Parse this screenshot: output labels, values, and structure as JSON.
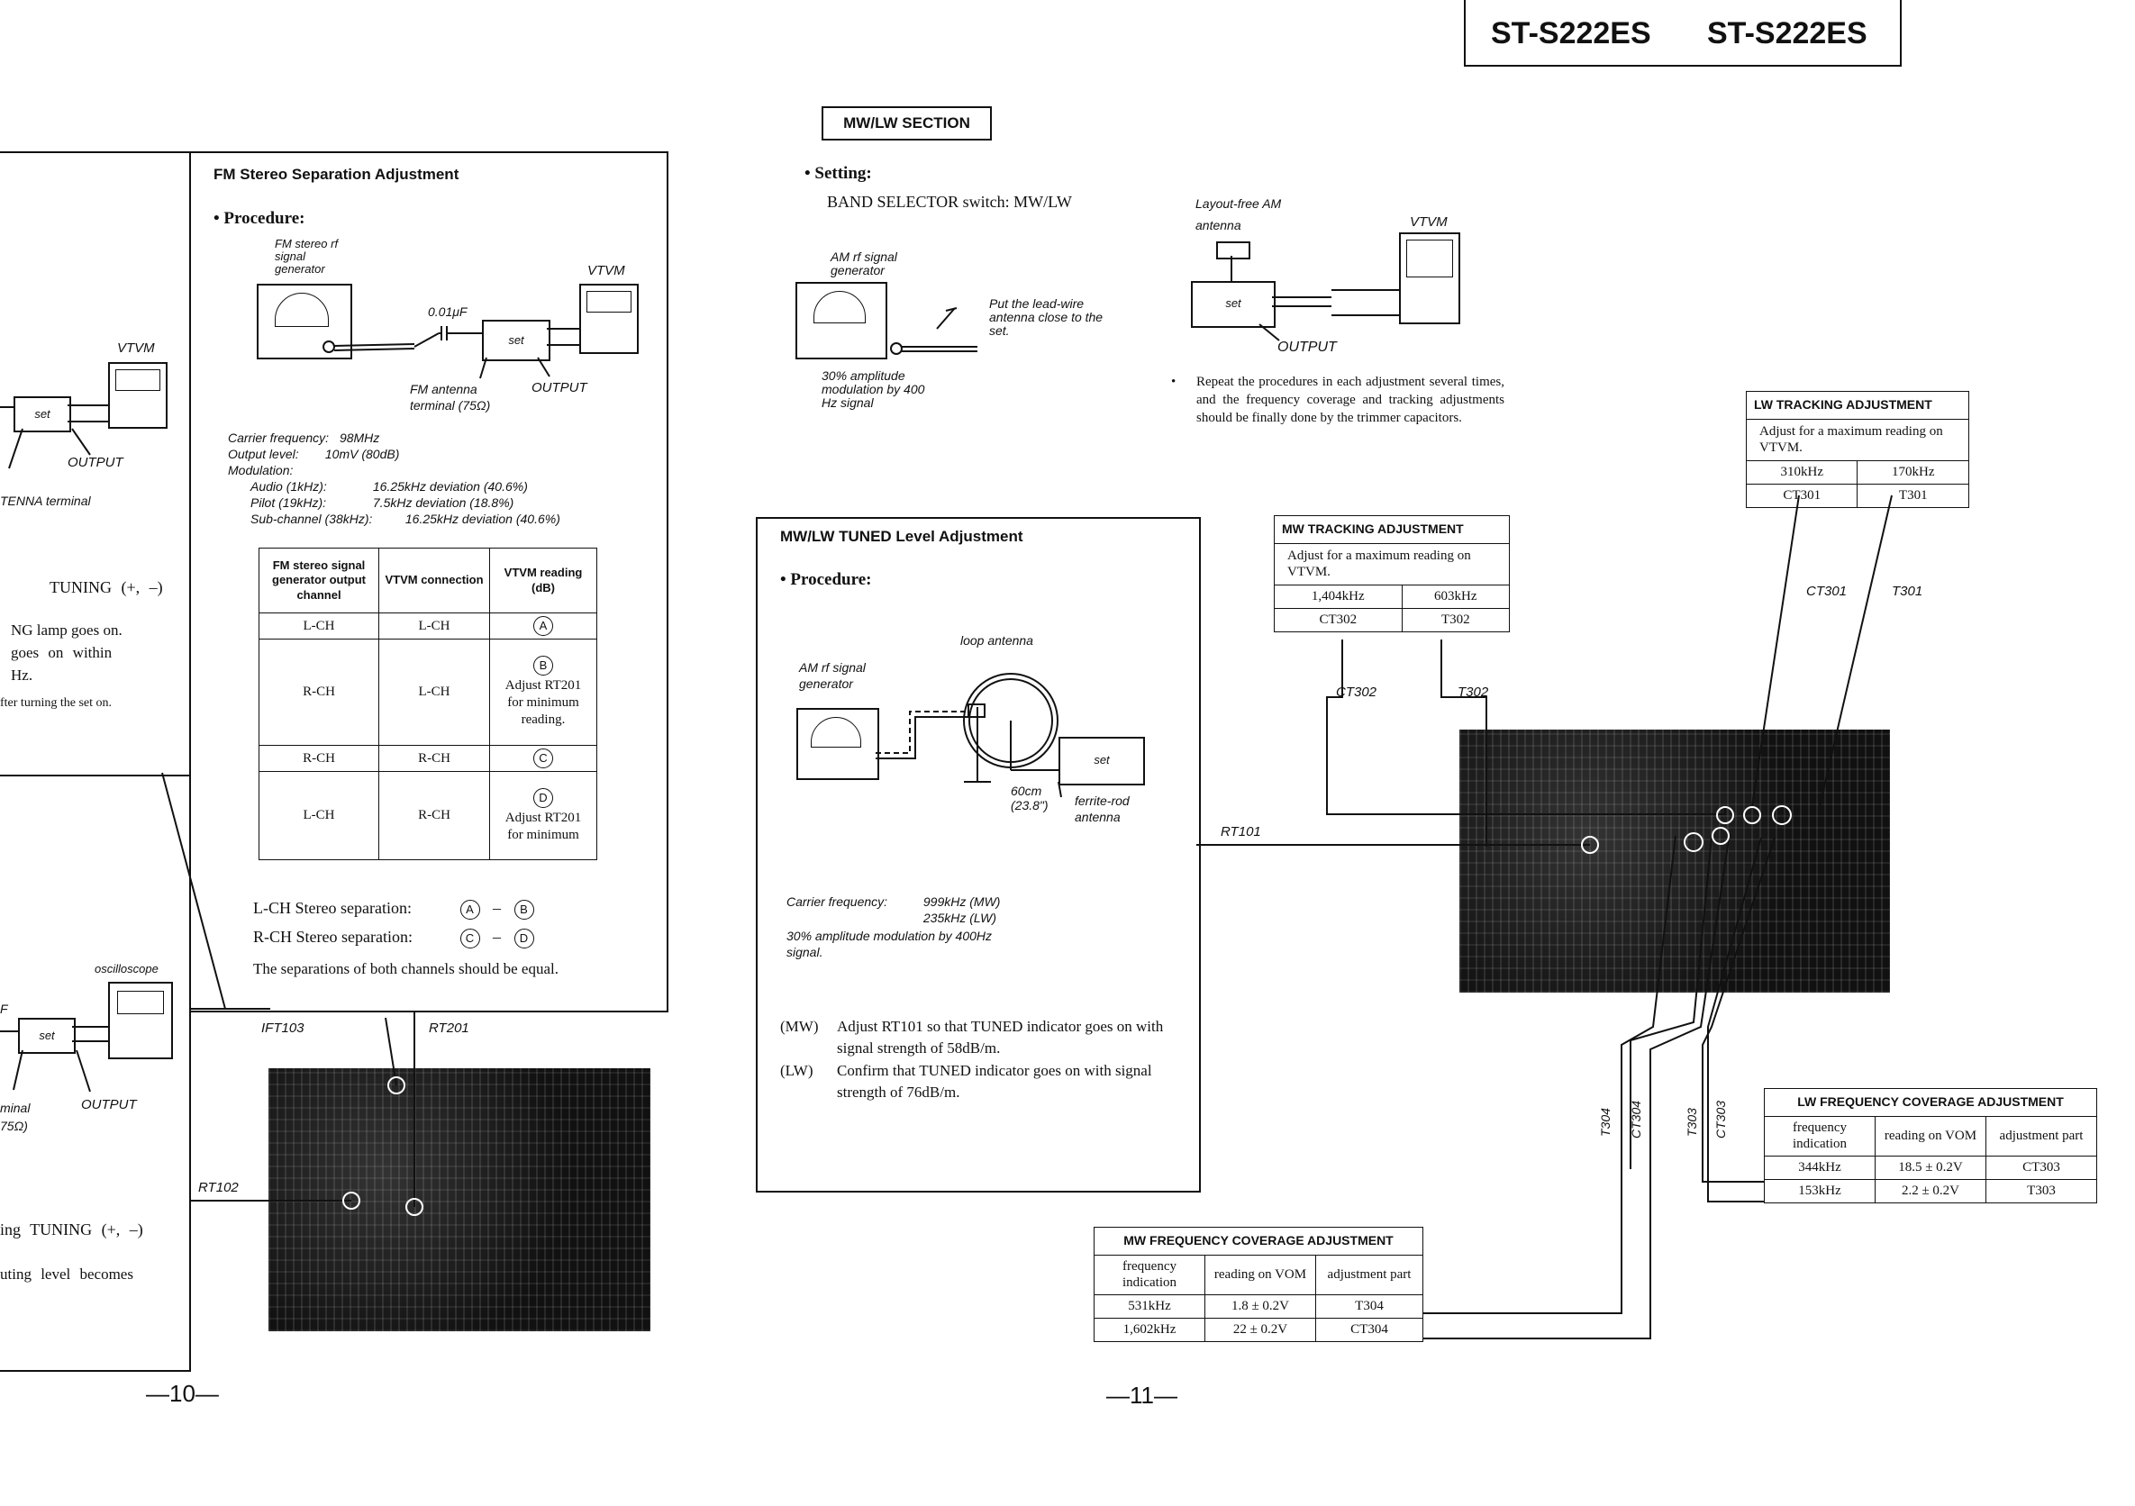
{
  "header": {
    "model_left": "ST-S222ES",
    "model_right": "ST-S222ES"
  },
  "left_fragment": {
    "vtvm": "VTVM",
    "set": "set",
    "output": "OUTPUT",
    "antenna_terminal": "TENNA terminal",
    "tuning": "TUNING (+, –)",
    "lamp_line1": "NG lamp goes on.",
    "lamp_line2": "goes on within",
    "lamp_line3": "Hz.",
    "after": "fter turning the set on.",
    "oscilloscope": "oscilloscope",
    "f": "F",
    "set2": "set",
    "output2": "OUTPUT",
    "minal": "minal",
    "ohm": "75Ω)",
    "tuning2": "ing TUNING (+, –)",
    "muting": "uting level becomes"
  },
  "fm_section": {
    "title": "FM Stereo Separation Adjustment",
    "procedure": "•  Procedure:",
    "gen_label": "FM stereo rf signal generator",
    "cap": "0.01μF",
    "set": "set",
    "vtvm": "VTVM",
    "antenna": "FM antenna terminal (75Ω)",
    "output": "OUTPUT",
    "carrier_label": "Carrier frequency:",
    "carrier_value": "98MHz",
    "output_label": "Output level:",
    "output_value": "10mV (80dB)",
    "modulation": "Modulation:",
    "audio_label": "Audio (1kHz):",
    "audio_value": "16.25kHz deviation (40.6%)",
    "pilot_label": "Pilot (19kHz):",
    "pilot_value": "7.5kHz deviation (18.8%)",
    "sub_label": "Sub-channel (38kHz):",
    "sub_value": "16.25kHz deviation (40.6%)",
    "table": {
      "headers": [
        "FM stereo signal generator output channel",
        "VTVM connection",
        "VTVM reading (dB)"
      ],
      "rows": [
        [
          "L-CH",
          "L-CH",
          "A"
        ],
        [
          "R-CH",
          "L-CH",
          "B",
          "Adjust RT201 for minimum reading."
        ],
        [
          "R-CH",
          "R-CH",
          "C"
        ],
        [
          "L-CH",
          "R-CH",
          "D",
          "Adjust RT201 for minimum"
        ]
      ]
    },
    "lch_sep": "L-CH Stereo separation:",
    "rch_sep": "R-CH Stereo separation:",
    "sep_a": "A",
    "sep_b": "B",
    "sep_c": "C",
    "sep_d": "D",
    "note": "The separations of both channels should be equal.",
    "labels": {
      "ift103": "IFT103",
      "rt201": "RT201",
      "rt102": "RT102"
    }
  },
  "mwlw": {
    "section": "MW/LW SECTION",
    "setting": "•  Setting:",
    "band": "BAND SELECTOR switch:  MW/LW",
    "am_gen": "AM rf signal generator",
    "lead_wire": "Put the lead-wire antenna close to the set.",
    "amp30": "30% amplitude modulation by 400 Hz signal",
    "layout_free": "Layout-free AM antenna",
    "vtvm": "VTVM",
    "set": "set",
    "output": "OUTPUT",
    "repeat": "Repeat the procedures in each adjustment several times, and the frequency coverage and tracking adjustments should be finally done by the trimmer capacitors.",
    "tuned": {
      "title": "MW/LW TUNED Level Adjustment",
      "procedure": "•  Procedure:",
      "loop": "loop antenna",
      "am_gen": "AM rf signal generator",
      "set": "set",
      "dist": "60cm (23.8\")",
      "ferrite": "ferrite-rod antenna",
      "carrier_label": "Carrier frequency:",
      "carrier_mw": "999kHz (MW)",
      "carrier_lw": "235kHz (LW)",
      "mod": "30% amplitude modulation by 400Hz signal.",
      "mw_tag": "(MW)",
      "mw_text": "Adjust RT101 so that TUNED indicator goes on with signal strength of 58dB/m.",
      "lw_tag": "(LW)",
      "lw_text": "Confirm that TUNED indicator goes on with signal strength of 76dB/m."
    },
    "mw_tracking": {
      "title": "MW TRACKING ADJUSTMENT",
      "note": "Adjust for a maximum reading on VTVM.",
      "freqs": [
        "1,404kHz",
        "603kHz"
      ],
      "parts": [
        "CT302",
        "T302"
      ]
    },
    "lw_tracking": {
      "title": "LW TRACKING ADJUSTMENT",
      "note": "Adjust for a maximum reading on VTVM.",
      "freqs": [
        "310kHz",
        "170kHz"
      ],
      "parts": [
        "CT301",
        "T301"
      ]
    },
    "mw_cov": {
      "title": "MW FREQUENCY COVERAGE ADJUSTMENT",
      "headers": [
        "frequency indication",
        "reading on VOM",
        "adjustment part"
      ],
      "rows": [
        [
          "531kHz",
          "1.8 ± 0.2V",
          "T304"
        ],
        [
          "1,602kHz",
          "22 ± 0.2V",
          "CT304"
        ]
      ]
    },
    "lw_cov": {
      "title": "LW FREQUENCY COVERAGE ADJUSTMENT",
      "headers": [
        "frequency indication",
        "reading on VOM",
        "adjustment part"
      ],
      "rows": [
        [
          "344kHz",
          "18.5 ± 0.2V",
          "CT303"
        ],
        [
          "153kHz",
          "2.2 ± 0.2V",
          "T303"
        ]
      ]
    },
    "callouts": {
      "ct301": "CT301",
      "t301": "T301",
      "ct302": "CT302",
      "t302": "T302",
      "rt101": "RT101",
      "t304": "T304",
      "ct304": "CT304",
      "t303": "T303",
      "ct303": "CT303"
    }
  },
  "page_numbers": {
    "left": "—10—",
    "right": "—11—"
  }
}
